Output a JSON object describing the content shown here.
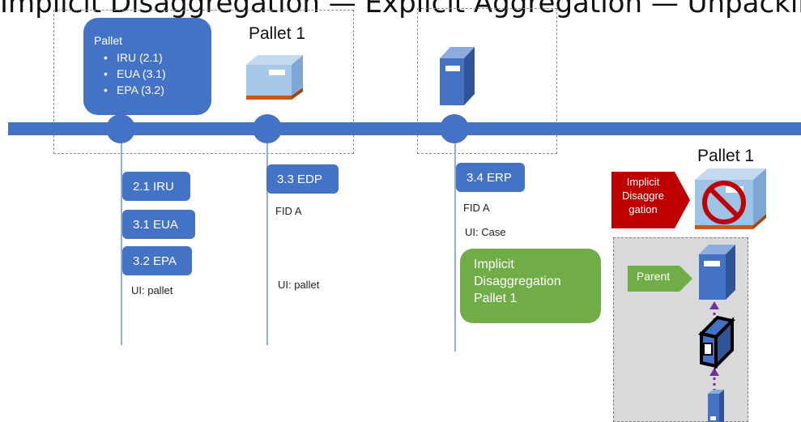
{
  "header": {
    "text": "Implicit Disaggregation — Explicit Aggregation — Unpacking"
  },
  "top_pallet": {
    "title": "Pallet",
    "items": [
      "IRU (2.1)",
      "EUA (3.1)",
      "EPA (3.2)"
    ]
  },
  "pallet_label_1": "Pallet 1",
  "events_node1": [
    "2.1 IRU",
    "3.1 EUA",
    "3.2 EPA"
  ],
  "ui_pallet_1": "UI: pallet",
  "event_node2": "3.3 EDP",
  "fid_a_1": "FID A",
  "ui_pallet_2": "UI: pallet",
  "event_node3": "3.4 ERP",
  "fid_a_2": "FID A",
  "ui_case": "UI: Case",
  "implicit_box": [
    "Implicit",
    "Disaggregation",
    "Pallet 1"
  ],
  "pallet_label_2": "Pallet 1",
  "red_tag": [
    "Implicit",
    "Disaggre",
    "gation"
  ],
  "parent_label": "Parent",
  "colors": {
    "blue": "#4472c4",
    "green": "#70ad47",
    "red": "#c00000",
    "purple_arrow": "#7030a0"
  },
  "icons": [
    "pallet-cube-icon",
    "case-cube-icon",
    "no-entry-pallet-icon",
    "item-cube-icon",
    "unit-cube-icon"
  ]
}
